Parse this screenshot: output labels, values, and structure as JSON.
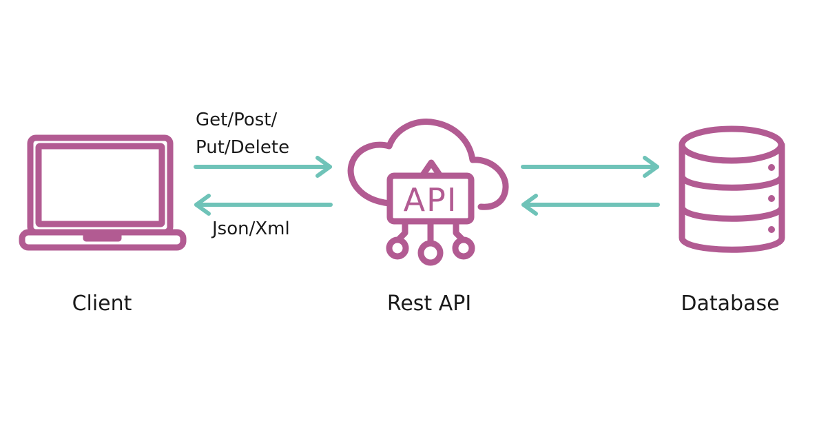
{
  "colors": {
    "icon": "#b25b92",
    "arrow": "#6fc3b8",
    "text": "#1a1a1a",
    "background": "#ffffff"
  },
  "nodes": {
    "client": {
      "label": "Client",
      "icon": "laptop-icon"
    },
    "rest_api": {
      "label": "Rest API",
      "icon": "cloud-api-icon",
      "badge": "API"
    },
    "database": {
      "label": "Database",
      "icon": "database-icon"
    }
  },
  "edges": {
    "request_label_line1": "Get/Post/",
    "request_label_line2": "Put/Delete",
    "response_label": "Json/Xml"
  }
}
